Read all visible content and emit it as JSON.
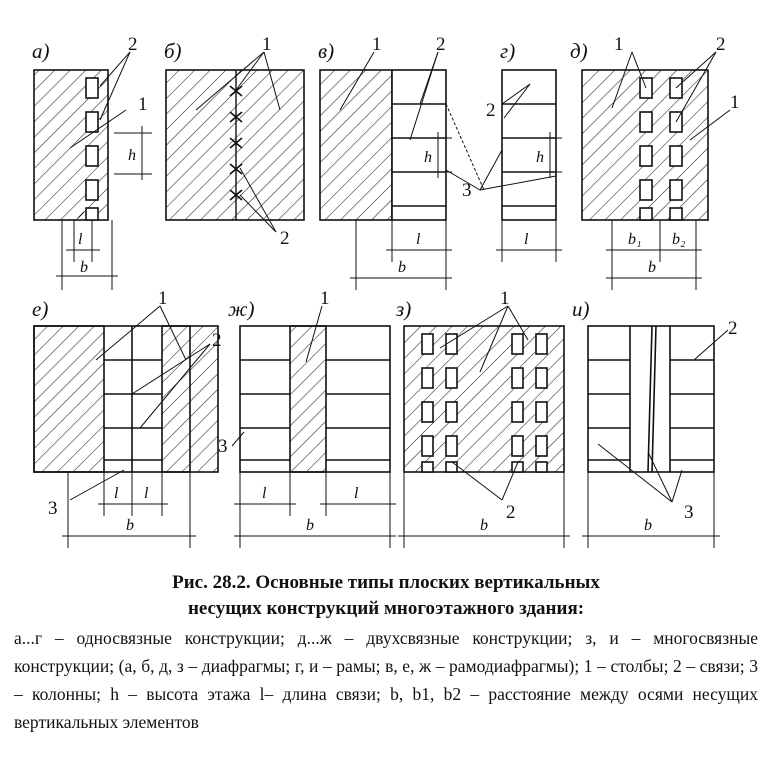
{
  "figure": {
    "panel_labels": {
      "a": "а)",
      "b": "б)",
      "v": "в)",
      "g": "г)",
      "d": "д)",
      "e": "е)",
      "zh": "ж)",
      "z": "з)",
      "i": "и)"
    },
    "callouts": {
      "one": "1",
      "two": "2",
      "three": "3"
    },
    "dims": {
      "h": "h",
      "l": "l",
      "b": "b",
      "b1": "b₁",
      "b2": "b₂"
    }
  },
  "caption": {
    "title_line1": "Рис. 28.2. Основные типы плоских вертикальных",
    "title_line2": "несущих конструкций многоэтажного здания:",
    "body": "а...г – односвязные конструкции; д...ж – двухсвязные конструкции; з, и – многосвязные конструкции; (а, б, д, з – диафрагмы; г, и – рамы; в, е, ж – рамодиафрагмы); 1 – столбы; 2 – связи; 3 – колонны; h – высота этажа l– длина связи; b, b1, b2 – расстояние между осями несущих вертикальных элементов"
  }
}
